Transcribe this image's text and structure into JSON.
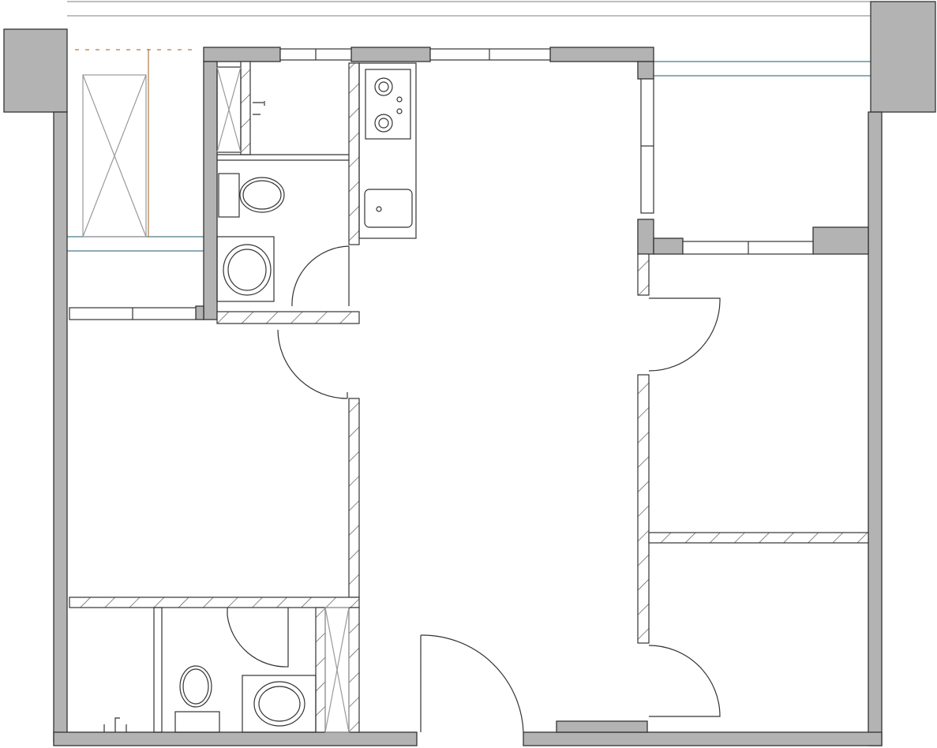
{
  "plan": {
    "style": "hand-sketched floor plan",
    "colors": {
      "background": "#ffffff",
      "wall_fill": "#b3b3b3",
      "line": "#333333",
      "window_line": "#4a7a8c",
      "curtain": "#b07a4a",
      "hatch": "#555555"
    },
    "rooms": [
      "entry-hall",
      "kitchen",
      "bathroom-top",
      "bathroom-bottom",
      "living-room",
      "bedroom-top-right",
      "bedroom-bottom-right",
      "balcony"
    ]
  }
}
